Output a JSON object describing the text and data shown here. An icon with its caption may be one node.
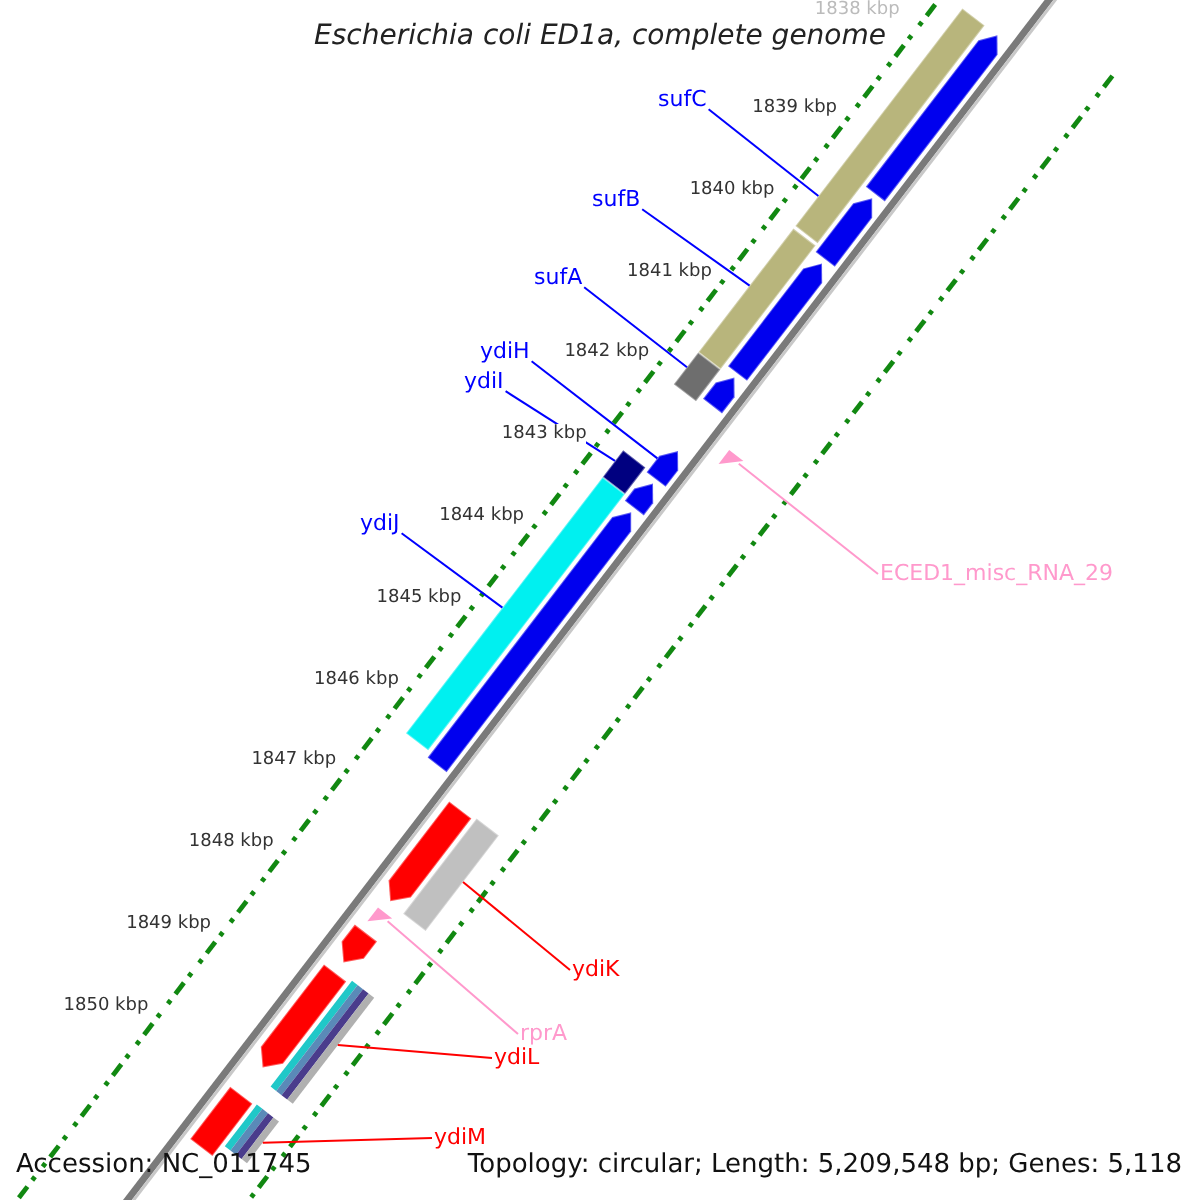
{
  "diagram": {
    "title": "Escherichia coli ED1a, complete genome",
    "nodes": [
      {
        "text": [
          "sufC"
        ]
      },
      {
        "text": [],
        "shape": "bar"
      },
      {
        "text": [],
        "shape": "arrow"
      },
      {
        "text": [],
        "shape": "arrow"
      },
      {
        "text": [
          "sufB"
        ]
      },
      {
        "text": [],
        "shape": "bar"
      },
      {
        "text": [],
        "shape": "arrow"
      },
      {
        "text": [
          "sufA"
        ]
      },
      {
        "text": [],
        "shape": "bar"
      },
      {
        "text": [],
        "shape": "arrow"
      },
      {
        "text": [
          "ydiH"
        ]
      },
      {
        "text": [],
        "shape": "arrow"
      },
      {
        "text": [
          "ydiI"
        ]
      },
      {
        "text": [],
        "shape": "bar"
      },
      {
        "text": [],
        "shape": "arrow"
      },
      {
        "text": [],
        "shape": "triangle"
      },
      {
        "text": [
          "ECED1_misc_RNA_29"
        ]
      },
      {
        "text": [
          "ydiJ"
        ]
      },
      {
        "text": [],
        "shape": "bar"
      },
      {
        "text": [],
        "shape": "arrow"
      },
      {
        "text": [],
        "shape": "arrow"
      },
      {
        "text": [],
        "shape": "bar"
      },
      {
        "text": [
          "ydiK"
        ]
      },
      {
        "text": [],
        "shape": "triangle"
      },
      {
        "text": [],
        "shape": "arrow"
      },
      {
        "text": [
          "rprA"
        ]
      },
      {
        "text": [],
        "shape": "arrow"
      },
      {
        "text": [],
        "shape": "bar"
      },
      {
        "text": [
          "ydiL"
        ]
      },
      {
        "text": [],
        "shape": "bar"
      },
      {
        "text": [],
        "shape": "bar"
      },
      {
        "text": [
          "ydiM"
        ]
      }
    ],
    "edges": [
      {
        "from": 0,
        "to": 1,
        "arrow": "none"
      },
      {
        "from": 4,
        "to": 5,
        "arrow": "none"
      },
      {
        "from": 7,
        "to": 8,
        "arrow": "none"
      },
      {
        "from": 10,
        "to": 11,
        "arrow": "none"
      },
      {
        "from": 12,
        "to": 13,
        "arrow": "none"
      },
      {
        "from": 16,
        "to": 15,
        "arrow": "none",
        "color": "#ff99cc"
      },
      {
        "from": 17,
        "to": 18,
        "arrow": "none"
      },
      {
        "from": 22,
        "to": 21,
        "arrow": "none",
        "color": "#ff0000"
      },
      {
        "from": 25,
        "to": 23,
        "arrow": "none",
        "color": "#ff99cc"
      },
      {
        "from": 28,
        "to": 27,
        "arrow": "none",
        "color": "#ff0000"
      },
      {
        "from": 31,
        "to": 30,
        "arrow": "none",
        "color": "#ff0000"
      }
    ],
    "labels": [
      "1838 kbp",
      "1839 kbp",
      "1840 kbp",
      "1841 kbp",
      "1842 kbp",
      "1843 kbp",
      "1844 kbp",
      "1845 kbp",
      "1846 kbp",
      "1847 kbp",
      "1848 kbp",
      "1849 kbp",
      "1850 kbp",
      "Accession: NC_011745",
      "Topology: circular; Length: 5,209,548 bp; Genes: 5,118"
    ]
  }
}
